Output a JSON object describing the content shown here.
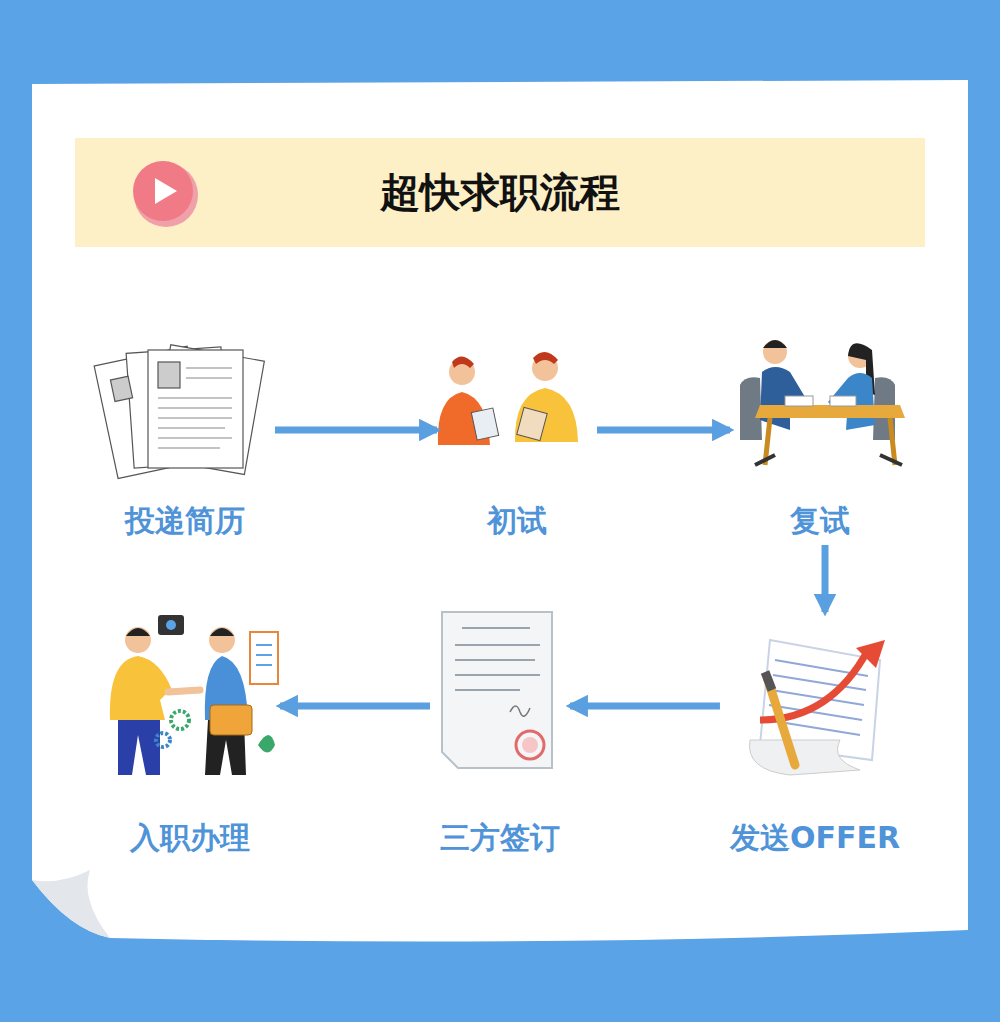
{
  "diagram": {
    "title": "超快求职流程",
    "nodes": [
      {
        "text": [
          "投递简历"
        ]
      },
      {
        "text": [
          "初试"
        ]
      },
      {
        "text": [
          "复试"
        ]
      },
      {
        "text": [
          "发送OFFER"
        ]
      },
      {
        "text": [
          "三方签订"
        ]
      },
      {
        "text": [
          "入职办理"
        ]
      }
    ],
    "edges": [
      {
        "from": 0,
        "to": 1,
        "arrow": "to"
      },
      {
        "from": 1,
        "to": 2,
        "arrow": "to"
      },
      {
        "from": 2,
        "to": 3,
        "arrow": "to"
      },
      {
        "from": 3,
        "to": 4,
        "arrow": "to"
      },
      {
        "from": 4,
        "to": 5,
        "arrow": "to"
      }
    ]
  }
}
